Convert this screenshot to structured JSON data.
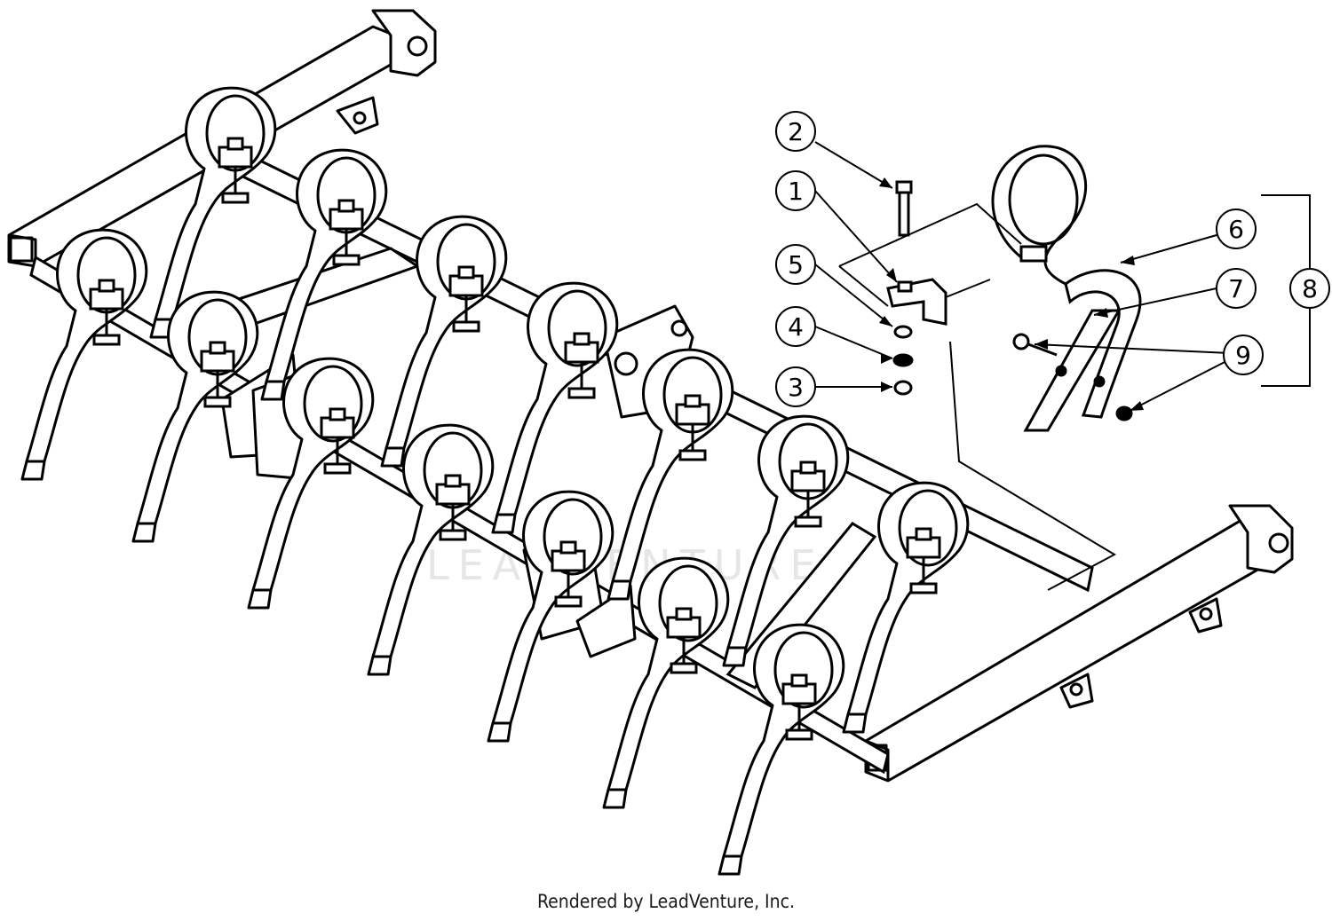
{
  "callouts": [
    {
      "id": "1",
      "label": "1"
    },
    {
      "id": "2",
      "label": "2"
    },
    {
      "id": "3",
      "label": "3"
    },
    {
      "id": "4",
      "label": "4"
    },
    {
      "id": "5",
      "label": "5"
    },
    {
      "id": "6",
      "label": "6"
    },
    {
      "id": "7",
      "label": "7"
    },
    {
      "id": "8",
      "label": "8"
    },
    {
      "id": "9",
      "label": "9"
    }
  ],
  "watermark": "LEADVENTURE",
  "footer": {
    "credit": "Rendered by LeadVenture, Inc."
  },
  "colors": {
    "line": "#000000",
    "background": "#ffffff",
    "watermark": "#e6e6e6"
  }
}
